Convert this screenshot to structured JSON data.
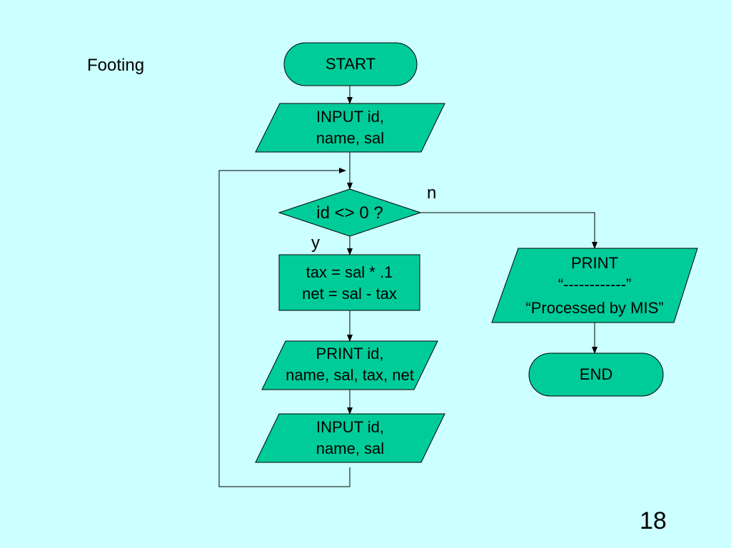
{
  "slide": {
    "heading": "Footing",
    "page_number": "18",
    "colors": {
      "background": "#ccffff",
      "shape_fill": "#00cc99",
      "outline": "#000000"
    }
  },
  "flowchart": {
    "start": "START",
    "input_1": [
      "INPUT id,",
      "name, sal"
    ],
    "decision": "id <> 0 ?",
    "yes_label": "y",
    "no_label": "n",
    "process": [
      "tax = sal * .1",
      "net = sal - tax"
    ],
    "print_detail": [
      "PRINT id,",
      "name, sal, tax, net"
    ],
    "input_2": [
      "INPUT id,",
      "name, sal"
    ],
    "print_footer": [
      "PRINT",
      "“------------”",
      "“Processed by MIS”"
    ],
    "end": "END"
  }
}
